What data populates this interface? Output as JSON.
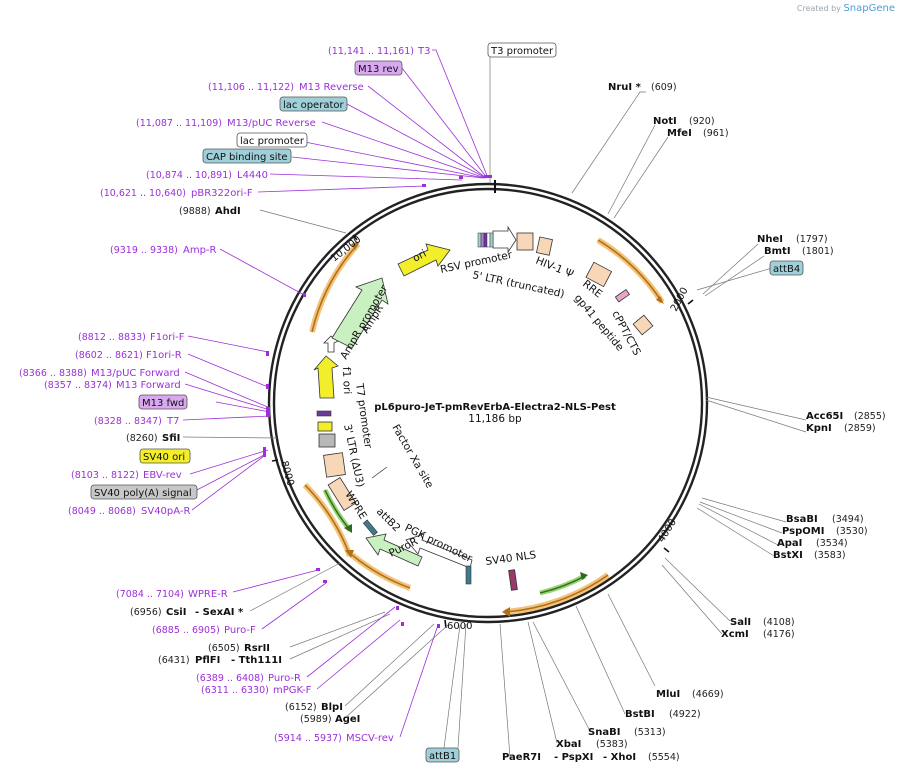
{
  "credit": {
    "prefix": "Created by",
    "brand": "SnapGene"
  },
  "plasmid": {
    "name": "pL6puro-JeT-pmRevErbA-Electra2-NLS-Pest",
    "size": "11,186 bp"
  },
  "ticks": [
    {
      "label": "2000"
    },
    {
      "label": "4000"
    },
    {
      "label": "6000"
    },
    {
      "label": "8000"
    },
    {
      "label": "10,000"
    }
  ],
  "enzymes": [
    {
      "name": "NruI *",
      "pos": "(609)"
    },
    {
      "name": "NotI",
      "pos": "(920)"
    },
    {
      "name": "MfeI",
      "pos": "(961)"
    },
    {
      "name": "NheI",
      "pos": "(1797)"
    },
    {
      "name": "BmtI",
      "pos": "(1801)"
    },
    {
      "name": "Acc65I",
      "pos": "(2855)"
    },
    {
      "name": "KpnI",
      "pos": "(2859)"
    },
    {
      "name": "BsaBI",
      "pos": "(3494)"
    },
    {
      "name": "PspOMI",
      "pos": "(3530)"
    },
    {
      "name": "ApaI",
      "pos": "(3534)"
    },
    {
      "name": "BstXI",
      "pos": "(3583)"
    },
    {
      "name": "SalI",
      "pos": "(4108)"
    },
    {
      "name": "XcmI",
      "pos": "(4176)"
    },
    {
      "name": "MluI",
      "pos": "(4669)"
    },
    {
      "name": "BstBI",
      "pos": "(4922)"
    },
    {
      "name": "SnaBI",
      "pos": "(5313)"
    },
    {
      "name": "XbaI",
      "pos": "(5383)"
    },
    {
      "name": "PaeR7I",
      "pos": ""
    },
    {
      "name": "- PspXI",
      "pos": ""
    },
    {
      "name": "- XhoI",
      "pos": "(5554)"
    },
    {
      "name": "AgeI",
      "pos": "(5989)"
    },
    {
      "name": "BlpI",
      "pos": "(6152)"
    },
    {
      "name": "PflFI",
      "pos": "(6431)"
    },
    {
      "name": "- Tth111I",
      "pos": ""
    },
    {
      "name": "RsrII",
      "pos": "(6505)"
    },
    {
      "name": "CsiI",
      "pos": "(6956)"
    },
    {
      "name": "- SexAI *",
      "pos": ""
    },
    {
      "name": "SfiI",
      "pos": "(8260)"
    },
    {
      "name": "AhdI",
      "pos": "(9888)"
    }
  ],
  "primers": [
    {
      "name": "T3",
      "pos": "(11,141 .. 11,161)"
    },
    {
      "name": "M13 Reverse",
      "pos": "(11,106 .. 11,122)"
    },
    {
      "name": "M13/pUC Reverse",
      "pos": "(11,087 .. 11,109)"
    },
    {
      "name": "L4440",
      "pos": "(10,874 .. 10,891)"
    },
    {
      "name": "pBR322ori-F",
      "pos": "(10,621 .. 10,640)"
    },
    {
      "name": "Amp-R",
      "pos": "(9319 .. 9338)"
    },
    {
      "name": "F1ori-F",
      "pos": "(8812 .. 8833)"
    },
    {
      "name": "F1ori-R",
      "pos": "(8602 .. 8621)"
    },
    {
      "name": "M13/pUC Forward",
      "pos": "(8366 .. 8388)"
    },
    {
      "name": "M13 Forward",
      "pos": "(8357 .. 8374)"
    },
    {
      "name": "T7",
      "pos": "(8328 .. 8347)"
    },
    {
      "name": "EBV-rev",
      "pos": "(8103 .. 8122)"
    },
    {
      "name": "SV40pA-R",
      "pos": "(8049 .. 8068)"
    },
    {
      "name": "WPRE-R",
      "pos": "(7084 .. 7104)"
    },
    {
      "name": "Puro-F",
      "pos": "(6885 .. 6905)"
    },
    {
      "name": "Puro-R",
      "pos": "(6389 .. 6408)"
    },
    {
      "name": "mPGK-F",
      "pos": "(6311 .. 6330)"
    },
    {
      "name": "MSCV-rev",
      "pos": "(5914 .. 5937)"
    }
  ],
  "boxes": [
    {
      "label": "T3 promoter",
      "color": "#ffffff"
    },
    {
      "label": "M13 rev",
      "color": "#d9a8f0"
    },
    {
      "label": "lac operator",
      "color": "#9fcfd8"
    },
    {
      "label": "lac promoter",
      "color": "#ffffff"
    },
    {
      "label": "CAP binding site",
      "color": "#9fcfd8"
    },
    {
      "label": "attB4",
      "color": "#9fcfd8"
    },
    {
      "label": "M13 fwd",
      "color": "#d9a8f0"
    },
    {
      "label": "SV40 ori",
      "color": "#f2ee2a"
    },
    {
      "label": "SV40 poly(A) signal",
      "color": "#c8c8c8"
    },
    {
      "label": "attB1",
      "color": "#9fcfd8"
    }
  ],
  "features": [
    "RSV promoter",
    "5' LTR (truncated)",
    "HIV-1 Ψ",
    "RRE",
    "gp41 peptide",
    "cPPT/CTS",
    "SV40 NLS",
    "PGK promoter",
    "PuroR",
    "attB2",
    "WPRE",
    "Factor Xa site",
    "3' LTR (ΔU3)",
    "T7 promoter",
    "f1 ori",
    "AmpR promoter",
    "AmpR",
    "ori"
  ]
}
